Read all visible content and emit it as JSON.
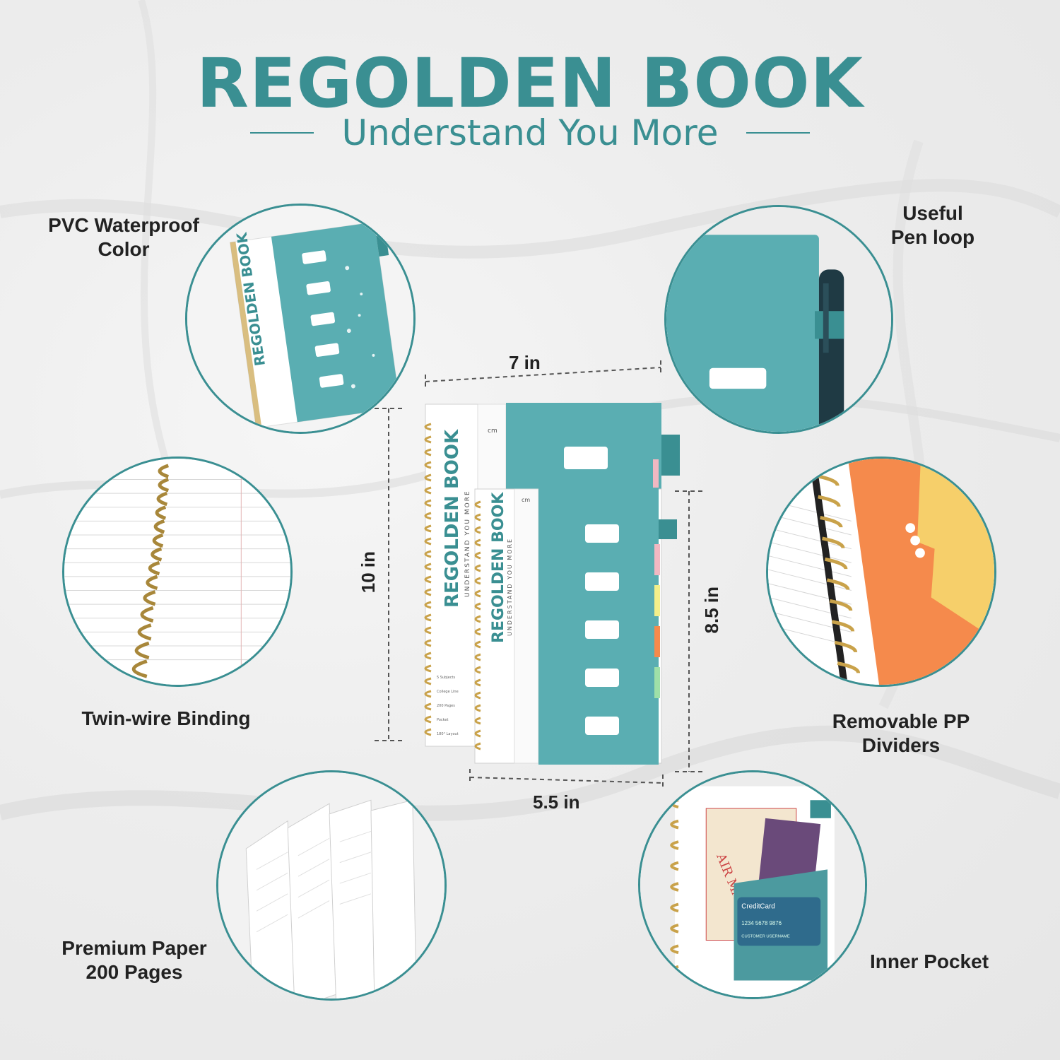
{
  "header": {
    "title": "REGOLDEN BOOK",
    "subtitle": "Understand You More"
  },
  "features": {
    "pvc": [
      "PVC Waterproof",
      "Color"
    ],
    "pen_loop": [
      "Useful",
      "Pen loop"
    ],
    "binding": "Twin-wire Binding",
    "dividers": [
      "Removable PP",
      "Dividers"
    ],
    "paper": [
      "Premium Paper",
      "200 Pages"
    ],
    "pocket": "Inner Pocket"
  },
  "dimensions": {
    "large_width": "7 in",
    "large_height": "10 in",
    "small_height": "8.5 in",
    "small_width": "5.5 in"
  },
  "notebook": {
    "cover_title": "REGOLDEN BOOK",
    "cover_tagline": "UNDERSTAND YOU MORE",
    "ruler_unit": "cm",
    "features": [
      "5 Subjects",
      "College Line",
      "200 Pages",
      "Pocket",
      "180° Layout"
    ]
  },
  "pocket_items": {
    "airmail": "AIR MAIL",
    "card": "CreditCard",
    "card_number": "1234 5678 9876",
    "card_name": "CUSTOMER USERNAME"
  },
  "colors": {
    "teal": "#3a8f92",
    "cover": "#5aaeb2",
    "gold": "#c9a24a",
    "orange": "#f58a4c",
    "yellow": "#f6cf6a"
  }
}
